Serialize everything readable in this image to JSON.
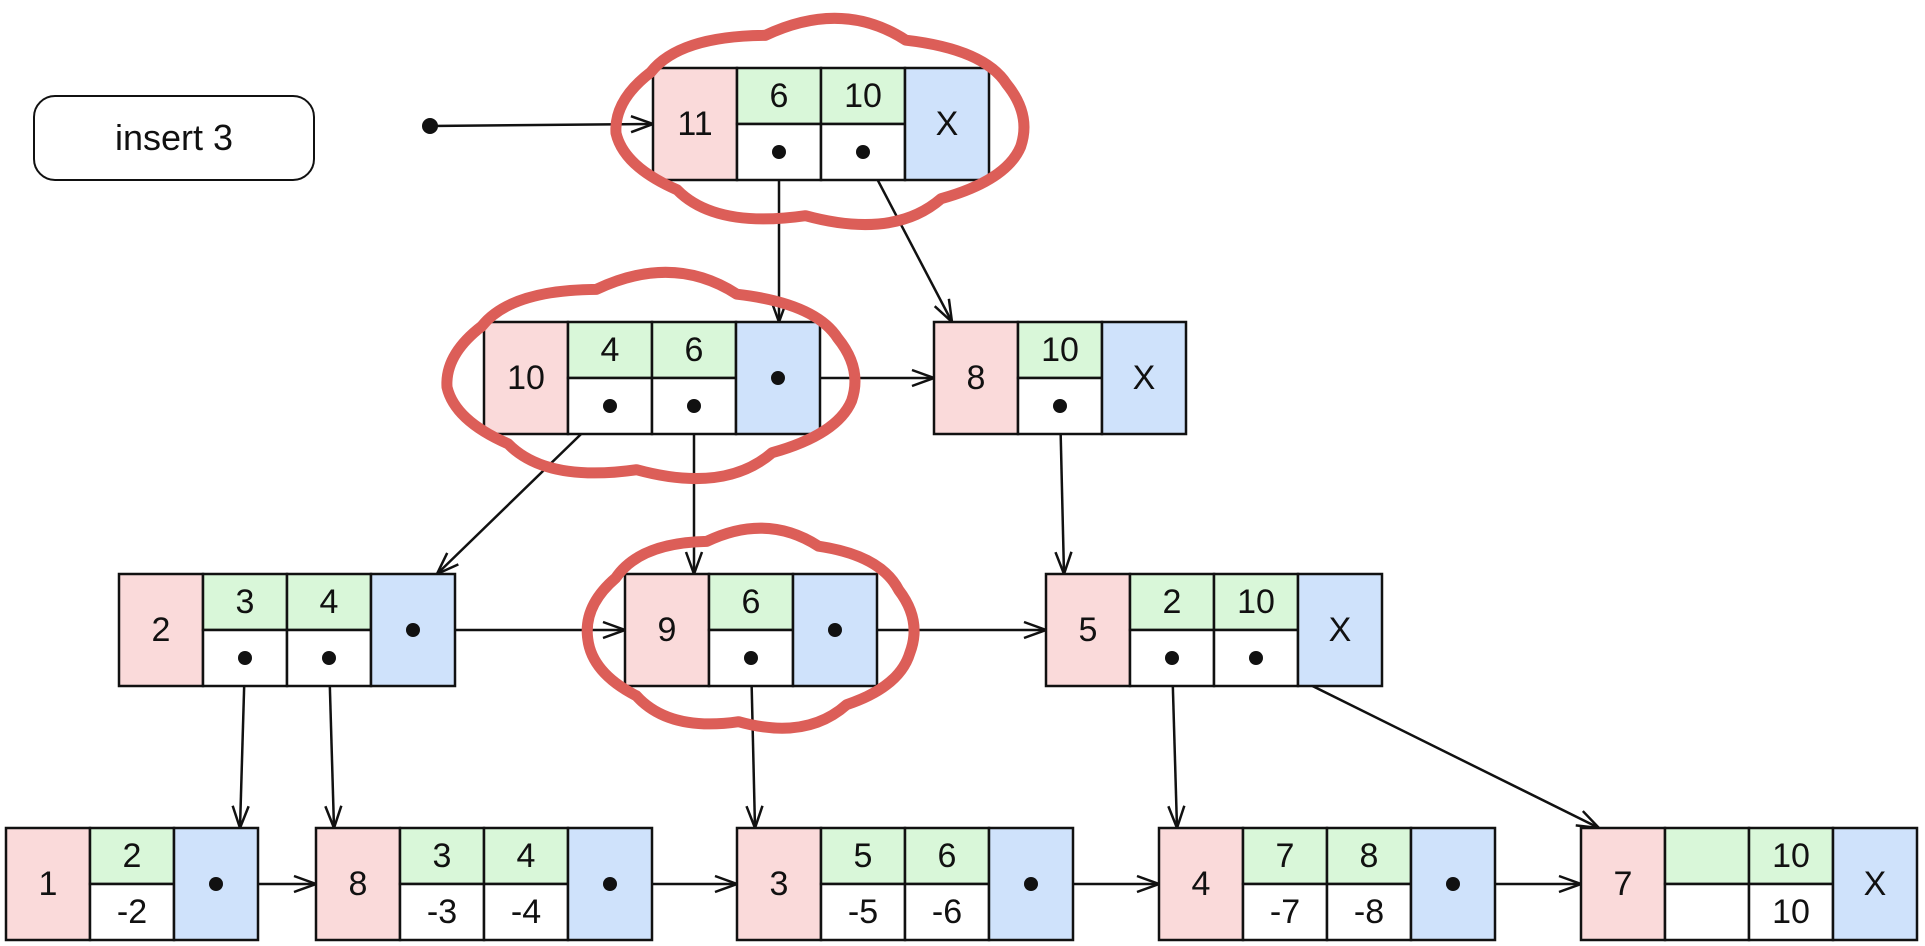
{
  "operation": "insert 3",
  "colors": {
    "header": "#fadada",
    "key": "#d9f7d9",
    "pointer": "#cfe2fb",
    "highlight": "#dc5e58",
    "line": "#111111"
  },
  "pointer_symbol": "•",
  "nodes": [
    {
      "id": "n11",
      "header": "11",
      "keys": [
        "6",
        "10"
      ],
      "values": [
        "•",
        "•"
      ],
      "link": "X",
      "highlighted": true
    },
    {
      "id": "n10",
      "header": "10",
      "keys": [
        "4",
        "6"
      ],
      "values": [
        "•",
        "•"
      ],
      "link": "•",
      "highlighted": true
    },
    {
      "id": "n8",
      "header": "8",
      "keys": [
        "10"
      ],
      "values": [
        "•"
      ],
      "link": "X",
      "highlighted": false
    },
    {
      "id": "n2",
      "header": "2",
      "keys": [
        "3",
        "4"
      ],
      "values": [
        "•",
        "•"
      ],
      "link": "•",
      "highlighted": false
    },
    {
      "id": "n9",
      "header": "9",
      "keys": [
        "6"
      ],
      "values": [
        "•"
      ],
      "link": "•",
      "highlighted": true
    },
    {
      "id": "n5",
      "header": "5",
      "keys": [
        "2",
        "10"
      ],
      "values": [
        "•",
        "•"
      ],
      "link": "X",
      "highlighted": false
    },
    {
      "id": "l1",
      "header": "1",
      "keys": [
        "2"
      ],
      "values": [
        "-2"
      ],
      "link": "•",
      "highlighted": false
    },
    {
      "id": "l8",
      "header": "8",
      "keys": [
        "3",
        "4"
      ],
      "values": [
        "-3",
        "-4"
      ],
      "link": "•",
      "highlighted": false
    },
    {
      "id": "l3",
      "header": "3",
      "keys": [
        "5",
        "6"
      ],
      "values": [
        "-5",
        "-6"
      ],
      "link": "•",
      "highlighted": false
    },
    {
      "id": "l4",
      "header": "4",
      "keys": [
        "7",
        "8"
      ],
      "values": [
        "-7",
        "-8"
      ],
      "link": "•",
      "highlighted": false
    },
    {
      "id": "l7",
      "header": "7",
      "keys": [
        "",
        "10"
      ],
      "values": [
        "",
        "10"
      ],
      "link": "X",
      "highlighted": false
    }
  ],
  "edges": [
    {
      "from": "root",
      "to": "n11"
    },
    {
      "from": "n11.key0",
      "to": "n10"
    },
    {
      "from": "n11.key1",
      "to": "n8"
    },
    {
      "from": "n10.link",
      "to": "n8"
    },
    {
      "from": "n10.key0",
      "to": "n2"
    },
    {
      "from": "n10.key1",
      "to": "n9"
    },
    {
      "from": "n8.key0",
      "to": "n5"
    },
    {
      "from": "n2.link",
      "to": "n9"
    },
    {
      "from": "n9.link",
      "to": "n5"
    },
    {
      "from": "n2.key0",
      "to": "l1"
    },
    {
      "from": "n2.key1",
      "to": "l8"
    },
    {
      "from": "n9.key0",
      "to": "l3"
    },
    {
      "from": "n5.key0",
      "to": "l4"
    },
    {
      "from": "n5.key1",
      "to": "l7"
    },
    {
      "from": "l1.link",
      "to": "l8"
    },
    {
      "from": "l8.link",
      "to": "l3"
    },
    {
      "from": "l3.link",
      "to": "l4"
    },
    {
      "from": "l4.link",
      "to": "l7"
    }
  ]
}
